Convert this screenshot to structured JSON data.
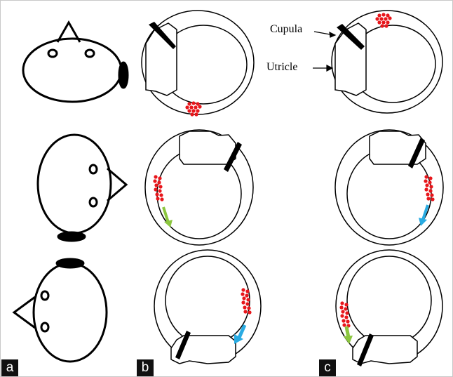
{
  "annotations": {
    "cupula": "Cupula",
    "utricle": "Utricle"
  },
  "panels": {
    "a": "a",
    "b": "b",
    "c": "c"
  },
  "colors": {
    "stroke": "#000000",
    "frame": "#c8c8c8",
    "otoconia": "#e8161b",
    "arrow_green": "#8cc63f",
    "arrow_blue": "#29abe2"
  },
  "head_orientations": [
    "upright-nose-right",
    "lying-nose-right",
    "lying-nose-left"
  ],
  "canal_states": [
    {
      "row": 1,
      "panel": "b",
      "debris": "bottom-of-canal",
      "arrow": "none"
    },
    {
      "row": 1,
      "panel": "c",
      "debris": "top-of-canal",
      "arrow": "none"
    },
    {
      "row": 2,
      "panel": "b",
      "debris": "left-side",
      "arrow": "green-down"
    },
    {
      "row": 2,
      "panel": "c",
      "debris": "right-side",
      "arrow": "blue-down"
    },
    {
      "row": 3,
      "panel": "b",
      "debris": "right-side",
      "arrow": "blue-down"
    },
    {
      "row": 3,
      "panel": "c",
      "debris": "left-side",
      "arrow": "green-down"
    }
  ]
}
